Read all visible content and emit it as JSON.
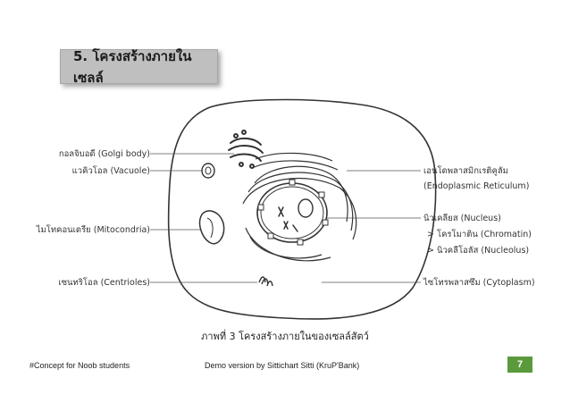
{
  "title": "5. โครงสร้างภายในเซลล์",
  "labels": {
    "golgi": "กอลจิบอดี (Golgi body)",
    "vacuole": "แวคิวโอล (Vacuole)",
    "mitochondria": "ไมโทคอนเดรีย (Mitocondria)",
    "centrioles": "เซนทริโอล (Centrioles)",
    "er_th": "เอนโดพลาสมิกเรติคูลัม",
    "er_en": "(Endoplasmic Reticulum)",
    "nucleus": "นิวเคลียส (Nucleus)",
    "chromatin": "> โครโมาติน (Chromatin)",
    "nucleolus": "> นิวคลีโอลัส (Nucleolus)",
    "cytoplasm": "ไซโทรพลาสซึม (Cytoplasm)"
  },
  "caption": "ภาพที่ 3 โครงสร้างภายในของเซลล์สัตว์",
  "footer": {
    "left": "#Concept for Noob students",
    "middle": "Demo version by Sittichart Sitti (KruP'Bank)",
    "page": "7"
  },
  "colors": {
    "page_badge": "#5a9a3c",
    "title_box": "#bfbfbf"
  }
}
